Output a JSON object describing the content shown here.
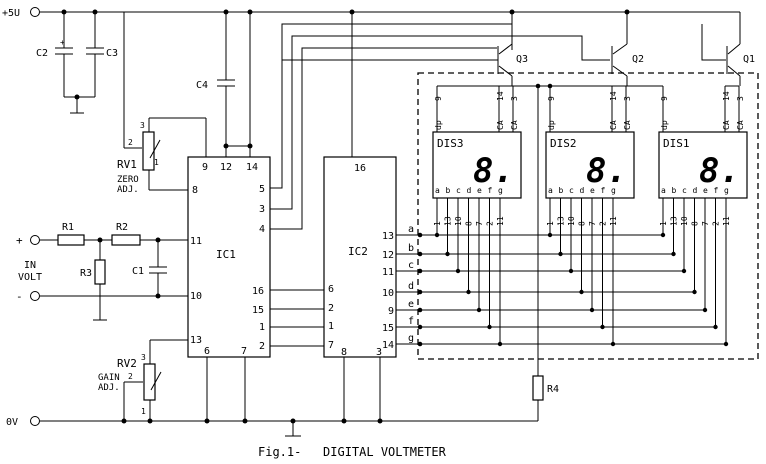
{
  "caption": "Fig.1-   DIGITAL VOLTMETER",
  "rails": {
    "vcc": "+5U",
    "gnd": "0V"
  },
  "input": {
    "plus": "+",
    "minus": "-",
    "label1": "IN",
    "label2": "VOLT"
  },
  "components": {
    "c2": "C2",
    "c3": "C3",
    "c4": "C4",
    "c1": "C1",
    "r1": "R1",
    "r2": "R2",
    "r3": "R3",
    "r4": "R4",
    "rv1": "RV1",
    "rv1_desc1": "ZERO",
    "rv1_desc2": "ADJ.",
    "rv2": "RV2",
    "rv2_desc1": "GAIN",
    "rv2_desc2": "ADJ.",
    "q1": "Q1",
    "q2": "Q2",
    "q3": "Q3",
    "ic1": "IC1",
    "ic2": "IC2",
    "dis1": "DIS1",
    "dis2": "DIS2",
    "dis3": "DIS3"
  },
  "pot_pins": {
    "p1": "1",
    "p2": "2",
    "p3": "3"
  },
  "ic1_pins": {
    "p9": "9",
    "p12": "12",
    "p14": "14",
    "p8": "8",
    "p5": "5",
    "p3": "3",
    "p4": "4",
    "p11": "11",
    "p10": "10",
    "p16": "16",
    "p15": "15",
    "p1": "1",
    "p2": "2",
    "p13": "13",
    "p6": "6",
    "p7": "7"
  },
  "ic2_pins": {
    "p16": "16",
    "p6": "6",
    "p2": "2",
    "p1": "1",
    "p7": "7",
    "p8": "8",
    "p3": "3",
    "p13": "13",
    "p12": "12",
    "p11": "11",
    "p10": "10",
    "p9": "9",
    "p15": "15",
    "p14": "14"
  },
  "segment_letters": [
    "a",
    "b",
    "c",
    "d",
    "e",
    "f",
    "g"
  ],
  "display": {
    "digit_glyph": "8.",
    "top_labels": [
      "dp",
      "CA",
      "CA"
    ],
    "top_pins": [
      "9",
      "14",
      "3"
    ],
    "bottom_labels": [
      "a",
      "b",
      "c",
      "d",
      "e",
      "f",
      "g"
    ],
    "bottom_pins": [
      "1",
      "13",
      "10",
      "8",
      "7",
      "2",
      "11"
    ]
  }
}
